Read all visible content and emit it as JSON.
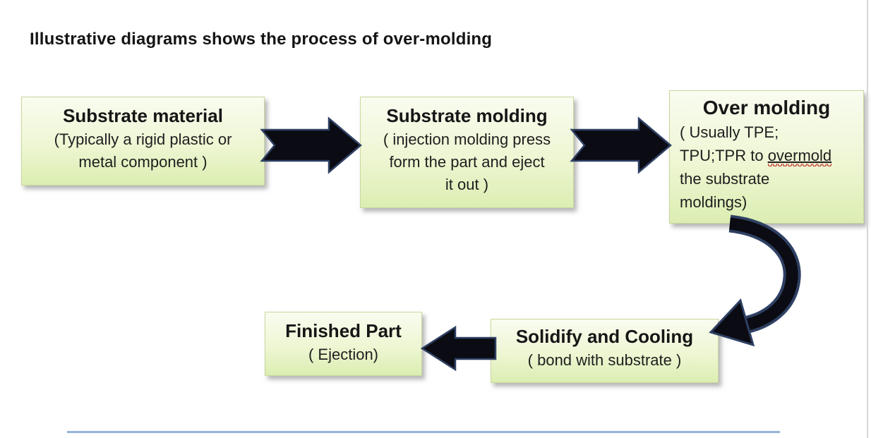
{
  "title": "Illustrative diagrams shows the process of over-molding",
  "boxes": {
    "substrate_material": {
      "title": "Substrate material",
      "line1": "(Typically a rigid plastic or",
      "line2": "metal component )"
    },
    "substrate_molding": {
      "title": "Substrate molding",
      "line1": "( injection molding press",
      "line2": "form the part and eject",
      "line3": "it out )"
    },
    "over_molding": {
      "title": "Over molding",
      "line1": "( Usually TPE;",
      "line2_pre": "TPU;TPR to ",
      "line2_word": "overmold",
      "line3": "the substrate",
      "line4": "moldings)"
    },
    "solidify_cooling": {
      "title": "Solidify and Cooling",
      "line1": "( bond with substrate )"
    },
    "finished_part": {
      "title": "Finished Part",
      "line1": "( Ejection)"
    }
  },
  "flow": [
    {
      "from": "Substrate material",
      "to": "Substrate molding",
      "arrow": "right-block-arrow-icon"
    },
    {
      "from": "Substrate molding",
      "to": "Over molding",
      "arrow": "right-block-arrow-icon"
    },
    {
      "from": "Over molding",
      "to": "Solidify and Cooling",
      "arrow": "curved-down-arrow-icon"
    },
    {
      "from": "Solidify and Cooling",
      "to": "Finished Part",
      "arrow": "left-block-arrow-icon"
    }
  ],
  "colors": {
    "box_fill_top": "#f9fcf0",
    "box_fill_bottom": "#dbeeb2",
    "box_border": "#c9d89c",
    "arrow_fill": "#0b0b13",
    "arrow_outline": "#2e4063",
    "text": "#1b1b1b",
    "spellcheck_underline": "#c0392b",
    "bottom_rule": "#7fa8d4",
    "right_edge_rule": "#d6d6d6"
  }
}
